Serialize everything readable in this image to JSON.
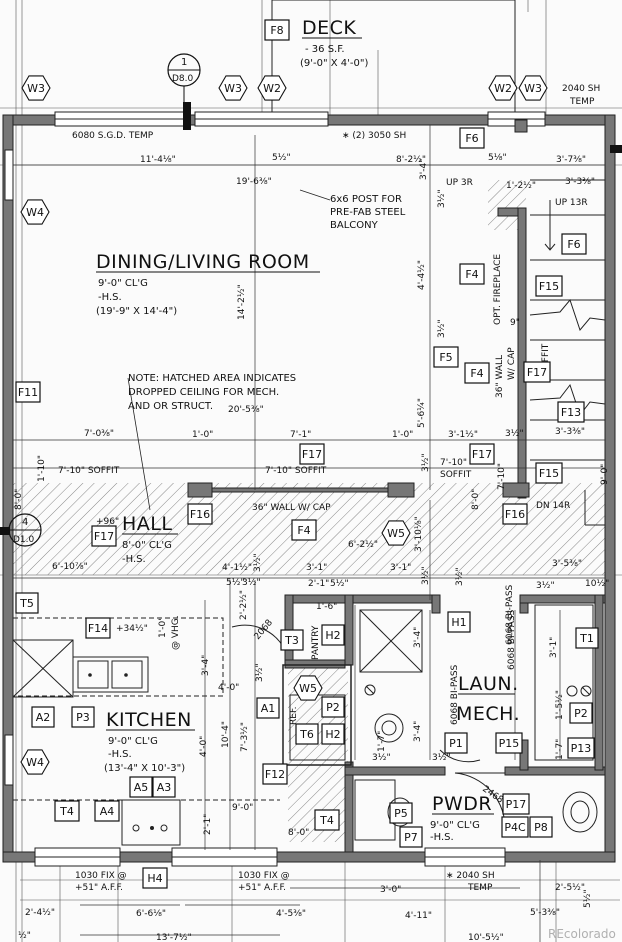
{
  "rooms": {
    "deck": {
      "title": "DECK",
      "line1": "- 36 S.F.",
      "line2": "(9'-0\" X 4'-0\")"
    },
    "dining": {
      "title": "DINING/LIVING ROOM",
      "line1": "9'-0\" CL'G",
      "line2": "-H.S.",
      "line3": "(19'-9\" X 14'-4\")"
    },
    "hall": {
      "title": "HALL",
      "line1": "8'-0\" CL'G",
      "line2": "-H.S."
    },
    "kitchen": {
      "title": "KITCHEN",
      "line1": "9'-0\" CL'G",
      "line2": "-H.S.",
      "line3": "(13'-4\" X 10'-3\")"
    },
    "laun": {
      "title": "LAUN.",
      "title2": "MECH."
    },
    "pwdr": {
      "title": "PWDR",
      "line1": "9'-0\" CL'G",
      "line2": "-H.S."
    },
    "pantry": {
      "title": "PANTRY"
    }
  },
  "notes": {
    "hatch1": "NOTE: HATCHED AREA INDICATES",
    "hatch2": "DROPPED CEILING FOR MECH.",
    "hatch3": "AND OR STRUCT.",
    "post1": "6x6 POST FOR",
    "post2": "PRE-FAB STEEL",
    "post3": "BALCONY",
    "sgd": "6080 S.G.D. TEMP",
    "sh3050": "∗ (2) 3050 SH",
    "sh2040_top": "2040 SH",
    "temp_top": "TEMP",
    "fireplace": "OPT. FIREPLACE",
    "wall36": "36\" WALL",
    "wcap": "W/ CAP",
    "soffit_v": "SOFFIT",
    "up3r": "UP 3R",
    "up13r": "UP 13R",
    "dn14r": "DN 14R",
    "soffit1": "7'-10\" SOFFIT",
    "soffit2": "7'-10\" SOFFIT",
    "soffit3a": "7'-10\"",
    "soffit3b": "SOFFIT",
    "wallcap": "36\" WALL W/ CAP",
    "bipass1": "6068 BI-PASS",
    "bipass2": "6068 BI-PASS",
    "bipass3": "6068 BI-PASS",
    "ref": "REF.",
    "fix1a": "1030 FIX @",
    "fix1b": "+51\" A.F.F.",
    "fix2a": "1030 FIX @",
    "fix2b": "+51\" A.F.F.",
    "sh2040_bot": "∗ 2040 SH",
    "temp_bot": "TEMP",
    "p96": "+96\"",
    "p34": "+34½\"",
    "vhg": "@ VHG.",
    "dim2468": "2468",
    "dim2068": "2068"
  },
  "tags": {
    "w3a": "W3",
    "d8": "1",
    "d8b": "D8.0",
    "w3b": "W3",
    "w2a": "W2",
    "w2b": "W2",
    "w3c": "W3",
    "w4a": "W4",
    "w4b": "W4",
    "f8": "F8",
    "f6a": "F6",
    "f6b": "F6",
    "f4a": "F4",
    "f5": "F5",
    "f4b": "F4",
    "f15a": "F15",
    "f17a": "F17",
    "f13": "F13",
    "f15b": "F15",
    "f11": "F11",
    "f17b": "F17",
    "f17c": "F17",
    "f16a": "F16",
    "f4c": "F4",
    "f16b": "F16",
    "d4": "4",
    "d4b": "D1.0",
    "f17d": "F17",
    "w5a": "W5",
    "t5": "T5",
    "f14": "F14",
    "t3": "T3",
    "h2a": "H2",
    "h1": "H1",
    "t1": "T1",
    "w5b": "W5",
    "a1": "A1",
    "p2a": "P2",
    "t6": "T6",
    "h2b": "H2",
    "p2b": "P2",
    "a2": "A2",
    "p3": "P3",
    "p1": "P1",
    "p15": "P15",
    "p13": "P13",
    "f12": "F12",
    "a5": "A5",
    "a3": "A3",
    "t4a": "T4",
    "a4": "A4",
    "t4b": "T4",
    "p5": "P5",
    "p17": "P17",
    "p7": "P7",
    "p4c": "P4C",
    "p8": "P8",
    "h4": "H4"
  },
  "dims": {
    "d1": "11'-4⅛\"",
    "d2": "5½\"",
    "d3": "8'-2½\"",
    "d4": "5⅛\"",
    "d5": "3'-7⅜\"",
    "d6": "19'-6⅜\"",
    "d7": "3'-4\"",
    "d8": "3½\"",
    "d9": "1'-2½\"",
    "d10": "3'-3⅜\"",
    "d11": "14'-2½\"",
    "d12": "4'-4½\"",
    "d13": "3½\"",
    "d14": "9\"",
    "d15": "20'-5⅜\"",
    "d16": "5'-6¼\"",
    "d17": "7'-0⅜\"",
    "d18": "1'-0\"",
    "d19": "7'-1\"",
    "d20": "1'-0\"",
    "d21": "3'-1½\"",
    "d22": "3½\"",
    "d23": "3'-3⅜\"",
    "d24": "1'-10\"",
    "d25": "8'-0\"",
    "d26": "3½\"",
    "d27": "7'-10\"",
    "d28": "8'-0\"",
    "d29": "9'-0\"",
    "d30": "6'-10⅞\"",
    "d31": "6'-2½\"",
    "d32": "4'-1½\"",
    "d33": "3'-10⅛\"",
    "d34": "3'-1\"",
    "d35": "3½\"",
    "d36": "3'-1\"",
    "d37": "3'-5⅜\"",
    "d38": "3½\"",
    "d39": "10½\"",
    "d40": "2'-1\"",
    "d41": "5½\"",
    "d42": "3½\"",
    "d43": "3½\"",
    "d44": "2'-2½\"",
    "d45": "1'-6\"",
    "d46": "1'-0\"",
    "d47": "3'-4\"",
    "d48": "3'-4\"",
    "d49": "3'-1\"",
    "d50": "4'-0\"",
    "d51": "3½\"",
    "d52": "10'-4\"",
    "d53": "4'-0\"",
    "d54": "7'-3½\"",
    "d55": "3'-4\"",
    "d56": "1'-5½\"",
    "d57": "1'-7\"",
    "d58": "1'-7\"",
    "d59": "9'-0\"",
    "d60": "8'-0\"",
    "d61": "2'-1\"",
    "d62": "3'-0\"",
    "d63": "4'-11\"",
    "d64": "2'-5½\"",
    "d65": "5'-3⅜\"",
    "d66": "5½\"",
    "d67": "2'-4½\"",
    "d68": "6'-6⅛\"",
    "d69": "4'-5⅜\"",
    "d70": "13'-7½\"",
    "d71": "10'-5½\"",
    "d72": "3½\"",
    "d73": "3½\"",
    "d74": "5½\"",
    "d75": "3½\"",
    "d76": "½\""
  },
  "watermark": "REcolorado"
}
